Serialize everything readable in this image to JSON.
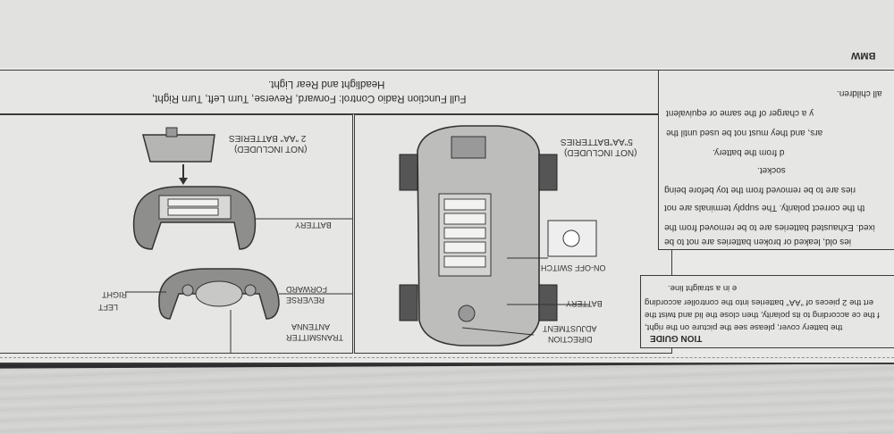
{
  "caption": {
    "line1": "Full Function Radio Control: Forward, Reverse, Turn Left, Turn Right,",
    "line2": "Headlight and Rear Light."
  },
  "brand": "BMW",
  "left_panel": {
    "battery_note_1": "2 \"AA\" BATTERIES",
    "battery_note_2": "(NOT INCLUDED)",
    "battery": "BATTERY",
    "transmitter": "TRANSMITTER",
    "antenna": "ANTENNA",
    "forward": "FORWARD",
    "reverse": "REVERSE",
    "right": "RIGHT",
    "left": "LEFT"
  },
  "middle_panel": {
    "battery_note_1": "5\"AA\"BATTERIES",
    "battery_note_2": "(NOT INCLUDED)",
    "on_off": "ON-OFF SWITCH",
    "battery": "BATTERY",
    "direction": "DIRECTION",
    "adjustment": "ADJUSTMENT"
  },
  "right_panel": {
    "lines": [
      "all children.",
      "y a charger of the same or equivalent",
      "ars, and they must not be used until the",
      "d from the battery.",
      "socket.",
      "ries are to be removed from the toy before being",
      "th the correct polarity. The supply terminals are not",
      "ixed. Exhausted batteries are to be removed from the",
      "ies old, leaked or broken batteries are not to be"
    ],
    "guide_lines": [
      "e in a straight line.",
      "ert the 2 pieces of \"AA\" batteries into the controller according",
      "f the ce according to its polarity, then close the lid and twist the",
      "the battery cover, please see the picture on the right,"
    ],
    "guide_title": "TION GUIDE"
  }
}
